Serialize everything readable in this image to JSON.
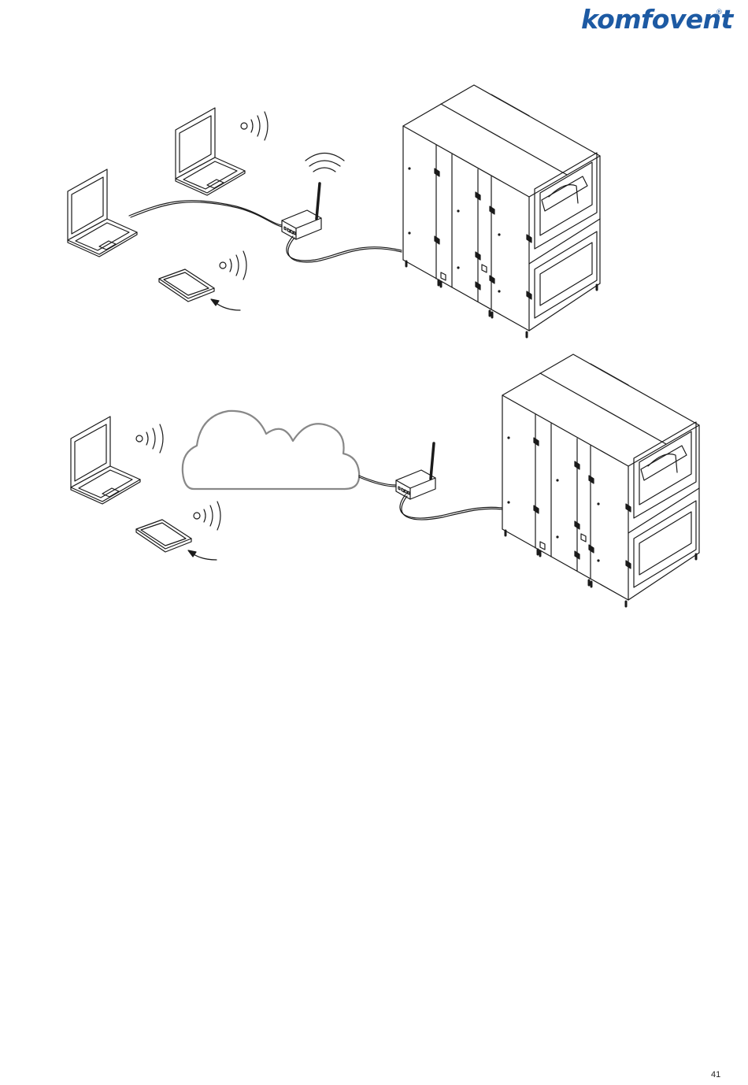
{
  "header": {
    "logo_text": "komfovent",
    "logo_mark": "®",
    "brand_color": "#1d5aa3"
  },
  "diagrams": [
    {
      "name": "local-network-connection",
      "elements": [
        "laptop-icon",
        "laptop-icon",
        "router-icon",
        "wifi-signal-icon",
        "air-handling-unit-icon",
        "remote-control-panel-icon"
      ]
    },
    {
      "name": "internet-cloud-connection",
      "elements": [
        "laptop-icon",
        "cloud-icon",
        "router-icon",
        "air-handling-unit-icon",
        "remote-control-panel-icon"
      ]
    }
  ],
  "footer": {
    "page_number": "41"
  }
}
